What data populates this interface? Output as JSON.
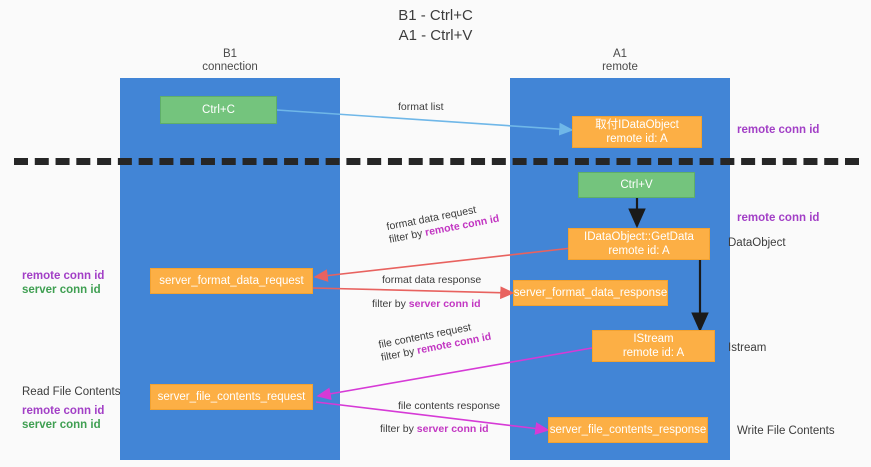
{
  "title": {
    "line1": "B1 - Ctrl+C",
    "line2": "A1 - Ctrl+V"
  },
  "lanes": [
    {
      "id": "b1",
      "name": "B1",
      "role": "connection"
    },
    {
      "id": "a1",
      "name": "A1",
      "role": "remote"
    }
  ],
  "nodes": {
    "ctrl_c": {
      "line1": "Ctrl+C",
      "line2": ""
    },
    "ctrl_v": {
      "line1": "Ctrl+V",
      "line2": ""
    },
    "idataobject": {
      "line1": "取付IDataObject",
      "line2": "remote id: A"
    },
    "getdata": {
      "line1": "IDataObject::GetData",
      "line2": "remote id: A"
    },
    "istream": {
      "line1": "IStream",
      "line2": "remote id: A"
    },
    "server_format_data_request": {
      "line1": "server_format_data_request",
      "line2": ""
    },
    "server_format_data_response": {
      "line1": "server_format_data_response",
      "line2": ""
    },
    "server_file_contents_request": {
      "line1": "server_file_contents_request",
      "line2": ""
    },
    "server_file_contents_response": {
      "line1": "server_file_contents_response",
      "line2": ""
    }
  },
  "edge_labels": {
    "format_list": {
      "text": "format list"
    },
    "format_data_request": {
      "line1": "format data request",
      "filter_prefix": "filter by ",
      "filter_key": "remote conn id"
    },
    "format_data_response": {
      "line1": "format data response",
      "filter_prefix": "filter by ",
      "filter_key": "server conn id"
    },
    "file_contents_request": {
      "line1": "file contents request",
      "filter_prefix": "filter by ",
      "filter_key": "remote conn id"
    },
    "file_contents_response": {
      "line1": "file contents response",
      "filter_prefix": "filter by ",
      "filter_key": "server conn id"
    }
  },
  "right_annotations": [
    {
      "id": "remote-conn-id-top",
      "text": "remote conn id",
      "style": "purple"
    },
    {
      "id": "remote-conn-id-middle",
      "text": "remote conn id",
      "style": "purple"
    },
    {
      "id": "dataobject",
      "text": "DataObject",
      "style": "plain"
    },
    {
      "id": "istream",
      "text": "Istream",
      "style": "plain"
    },
    {
      "id": "write-file-contents",
      "text": "Write File Contents",
      "style": "plain"
    }
  ],
  "left_annotations": [
    {
      "id": "remote-conn-id-left",
      "text": "remote conn id",
      "style": "purple"
    },
    {
      "id": "server-conn-id-left",
      "text": "server conn id",
      "style": "green"
    },
    {
      "id": "read-file-contents",
      "text": "Read File Contents",
      "style": "plain"
    },
    {
      "id": "remote-conn-id-left-low",
      "text": "remote conn id",
      "style": "purple"
    },
    {
      "id": "server-conn-id-left-low",
      "text": "server conn id",
      "style": "green"
    }
  ],
  "colors": {
    "lane": "#4285d6",
    "green_node": "#74c47d",
    "orange_node": "#fcaf45",
    "purple_text": "#a23fc6",
    "green_text": "#3f9f52",
    "edge_blue": "#6fb7e8",
    "edge_red": "#e8625f",
    "edge_magenta": "#d63ad6",
    "edge_black": "#1a1a1a",
    "divider": "#262626"
  }
}
